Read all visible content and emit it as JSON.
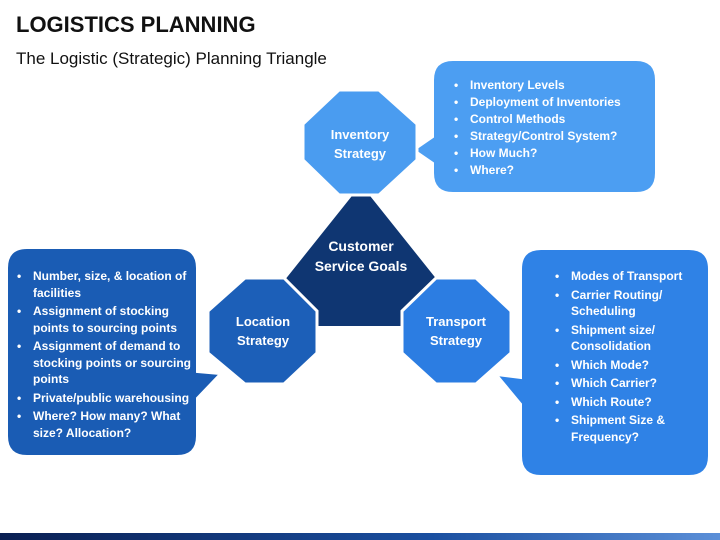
{
  "header": {
    "title": "LOGISTICS PLANNING",
    "subtitle": "The Logistic (Strategic) Planning Triangle"
  },
  "center": {
    "label": "Customer Service Goals"
  },
  "nodes": {
    "inventory": "Inventory Strategy",
    "location": "Location Strategy",
    "transport": "Transport Strategy"
  },
  "callouts": {
    "inventory": [
      "Inventory Levels",
      "Deployment of Inventories",
      "Control Methods",
      "Strategy/Control System?",
      "How Much?",
      "Where?"
    ],
    "location": [
      "Number, size, & location of facilities",
      "Assignment of stocking points to sourcing points",
      "Assignment of demand to stocking points or sourcing points",
      "Private/public warehousing",
      "Where? How many? What size? Allocation?"
    ],
    "transport": [
      "Modes of Transport",
      "Carrier Routing/ Scheduling",
      "Shipment size/ Consolidation",
      "Which Mode?",
      "Which Carrier?",
      "Which Route?",
      "Shipment Size & Frequency?"
    ]
  },
  "colors": {
    "triangle": "#0f3672",
    "location_fill": "#1c5fb8",
    "location_box": "#1a5cb4",
    "transport_fill": "#2c7de2",
    "transport_box": "#2f82e6",
    "inventory_fill": "#4a9cf0",
    "inventory_box": "#4c9ef2"
  }
}
